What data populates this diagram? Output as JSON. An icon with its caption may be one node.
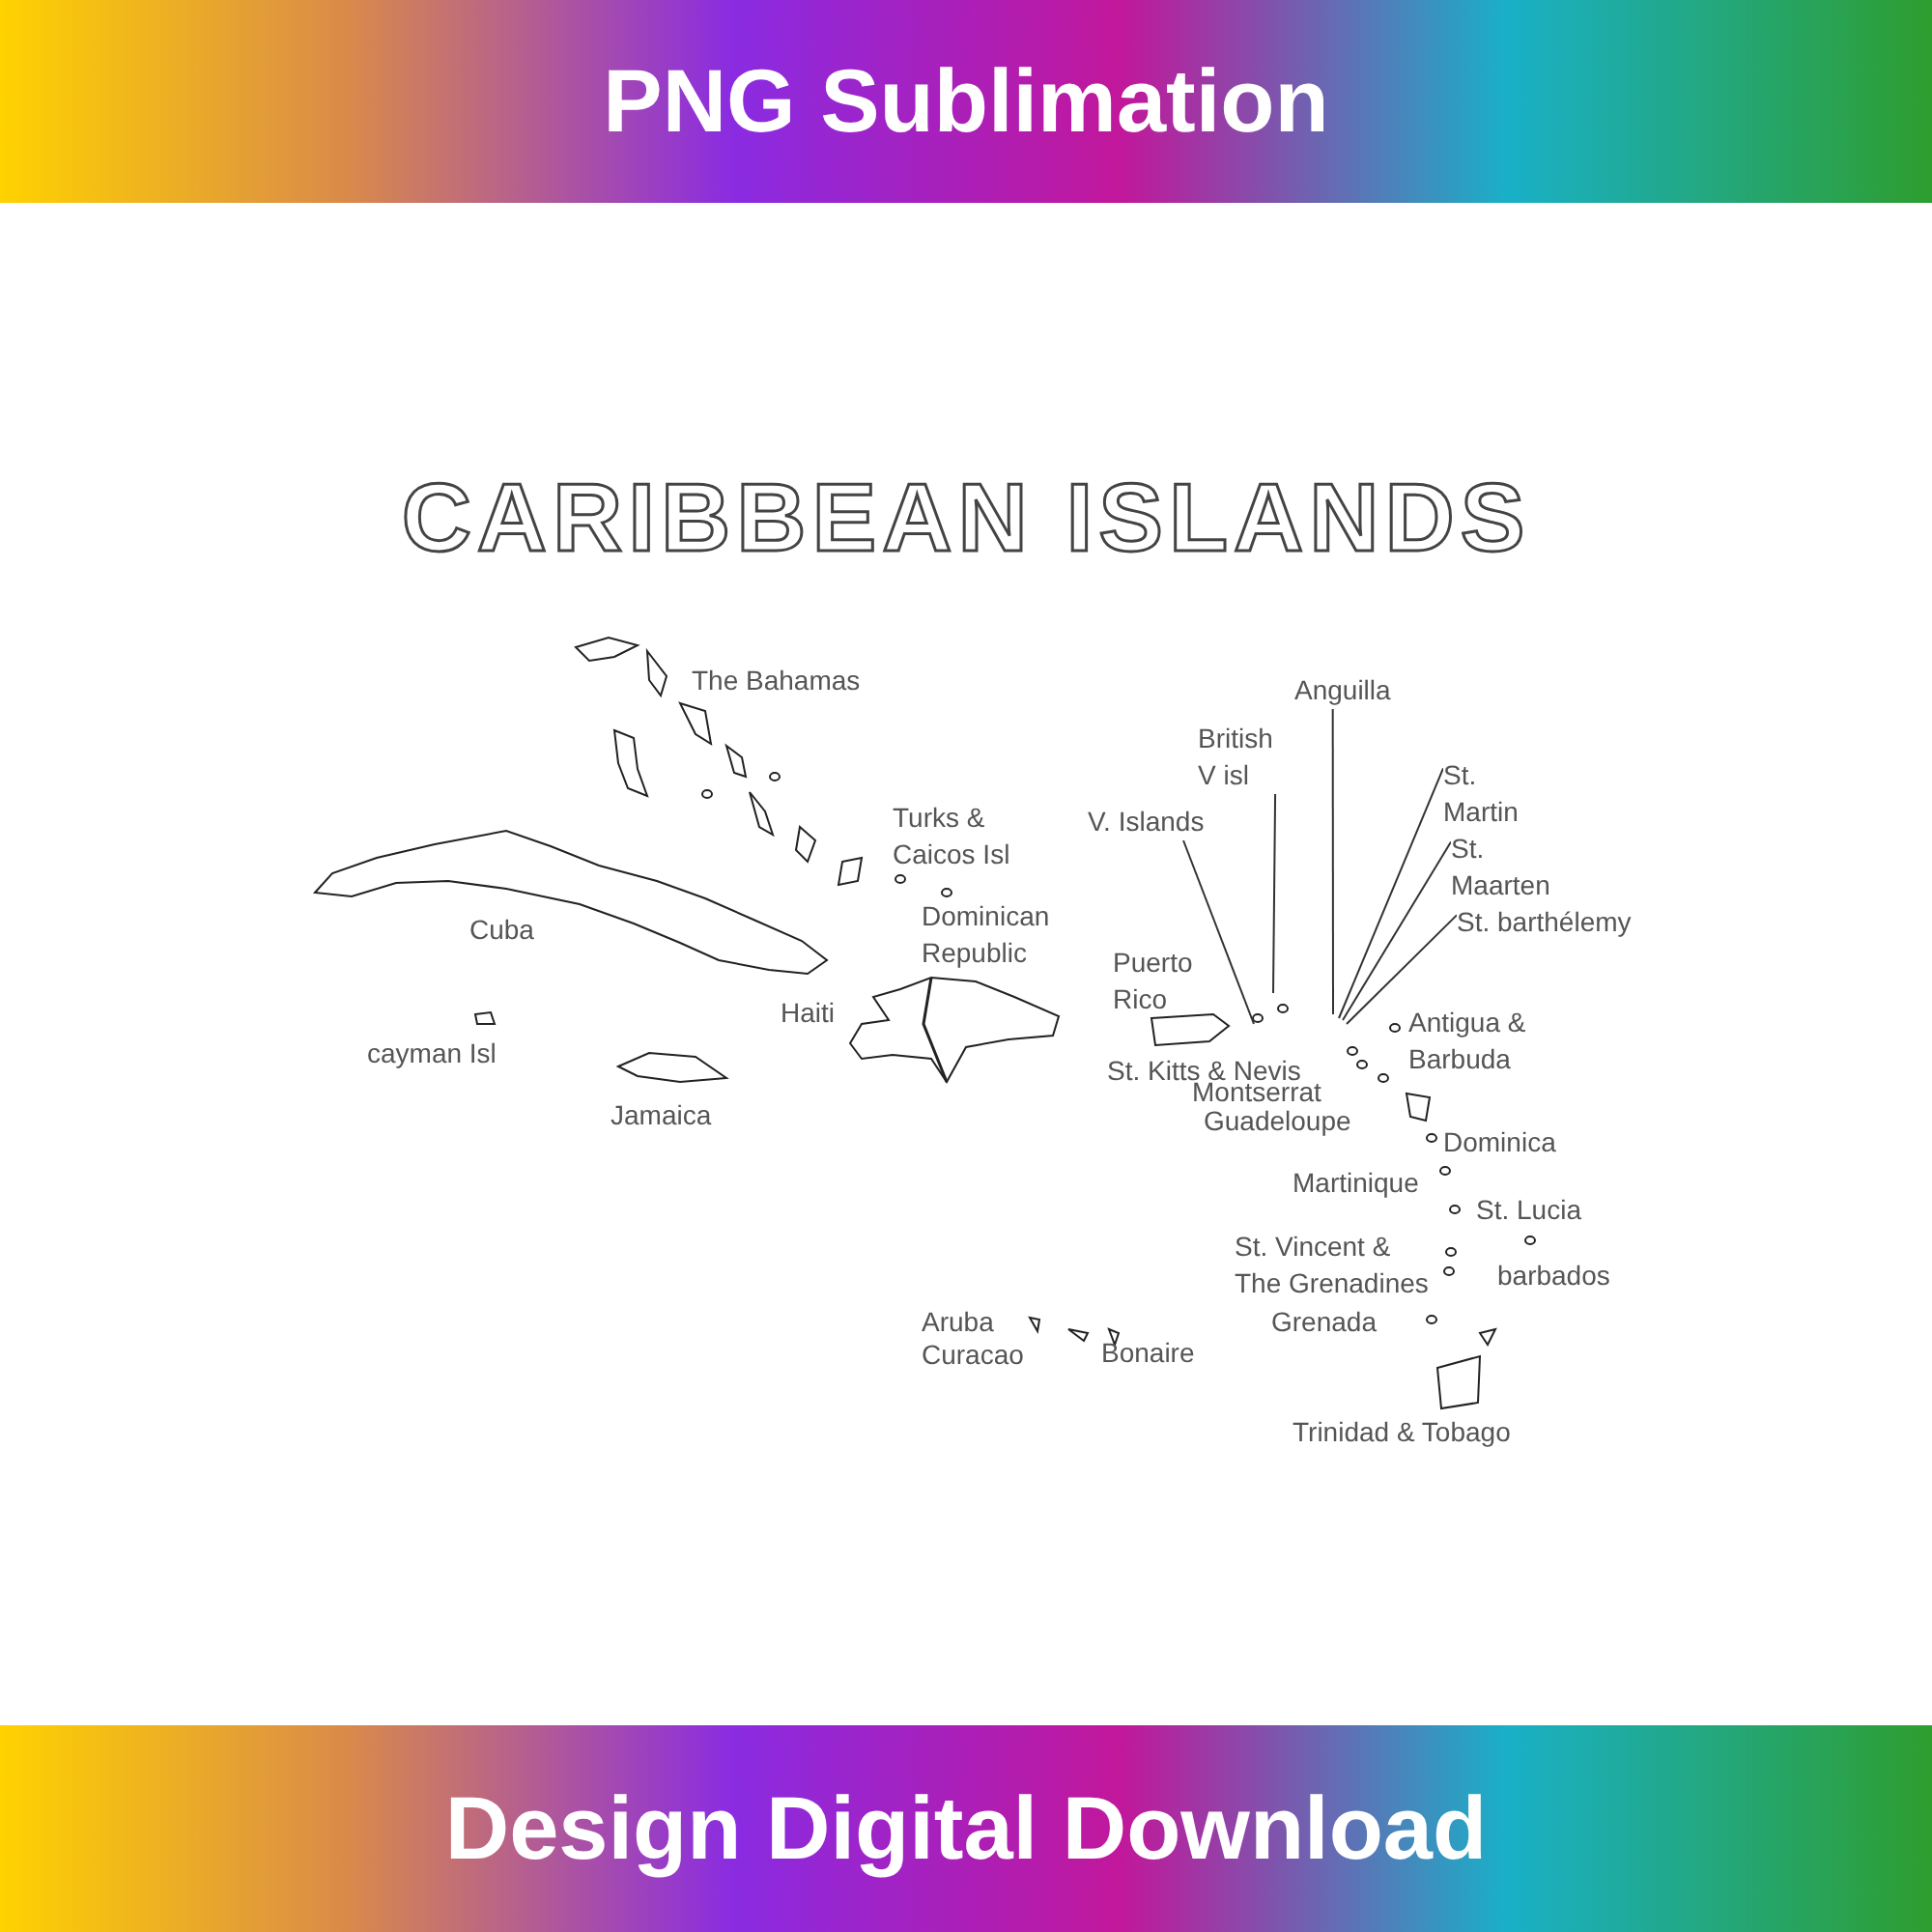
{
  "diagram": {
    "title": "CARIBBEAN ISLANDS",
    "nodes": [
      {
        "text": [
          "Anguilla"
        ]
      },
      {
        "text": [
          "British V isl"
        ]
      },
      {
        "text": [
          "St. Martin"
        ]
      },
      {
        "text": [
          "V. Islands"
        ]
      },
      {
        "text": [
          "St. Maarten"
        ]
      },
      {
        "text": [
          "St. barthélemy"
        ]
      }
    ],
    "edges": [
      {
        "from": 0,
        "to": null,
        "arrow": "none"
      },
      {
        "from": 1,
        "to": null,
        "arrow": "none"
      },
      {
        "from": 2,
        "to": null,
        "arrow": "none"
      },
      {
        "from": 3,
        "to": null,
        "arrow": "none"
      },
      {
        "from": 4,
        "to": null,
        "arrow": "none"
      },
      {
        "from": 5,
        "to": null,
        "arrow": "none"
      }
    ],
    "labels": [
      "PNG Sublimation",
      "The Bahamas",
      "Turks & Caicos Isl",
      "Dominican Republic",
      "Cuba",
      "Puerto Rico",
      "Haiti",
      "Antigua & Barbuda",
      "cayman Isl",
      "St. Kitts & Nevis",
      "Montserrat",
      "Jamaica",
      "Guadeloupe",
      "Dominica",
      "Martinique",
      "St. Lucia",
      "St. Vincent & The Grenadines",
      "barbados",
      "Grenada",
      "Aruba",
      "Curacao",
      "Bonaire",
      "Trinidad & Tobago",
      "Design Digital Download"
    ]
  }
}
